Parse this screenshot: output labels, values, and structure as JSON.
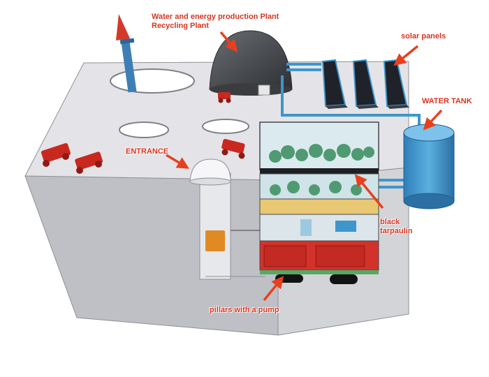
{
  "labels": {
    "plant_line1": "Water and energy production Plant",
    "plant_line2": "Recycling Plant",
    "solar": "solar panels",
    "water_tank": "WATER TANK",
    "entrance": "ENTRANCE",
    "tarp_line1": "black",
    "tarp_line2": "tarpaulin",
    "pillars": "pillars with a pump"
  },
  "colors": {
    "label_red": "#d9341f",
    "arrow_red": "#e8401f",
    "box_top": "#e4e4e8",
    "box_left": "#bfc0c5",
    "box_right": "#d3d4d8",
    "water_blue": "#3f96cc",
    "dome": "#4a4d52",
    "cart_red": "#c9281e"
  },
  "icons": [
    "rocket-icon",
    "dome-icon",
    "solar-panel-icon",
    "water-tank-icon",
    "entrance-dome-icon",
    "cart-icon",
    "arrow-icon"
  ]
}
